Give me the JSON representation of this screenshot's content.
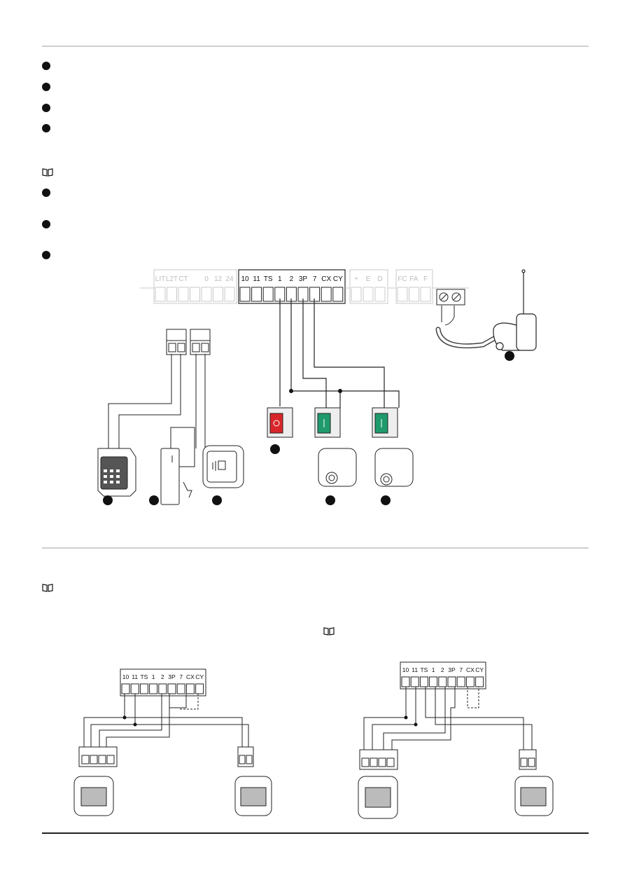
{
  "diagram_main": {
    "grey_terminals_left": [
      "LIT",
      "L2T",
      "CT",
      "",
      "0",
      "12",
      "24"
    ],
    "main_terminals": [
      "10",
      "11",
      "TS",
      "1",
      "2",
      "3P",
      "7",
      "CX",
      "CY"
    ],
    "grey_terminals_mid": [
      "+",
      "E",
      "D"
    ],
    "grey_terminals_right": [
      "FC",
      "FA",
      "F"
    ]
  },
  "diagram_left": {
    "terminals": [
      "10",
      "11",
      "TS",
      "1",
      "2",
      "3P",
      "7",
      "CX",
      "CY"
    ]
  },
  "diagram_right": {
    "terminals": [
      "10",
      "11",
      "TS",
      "1",
      "2",
      "3P",
      "7",
      "CX",
      "CY"
    ]
  },
  "colors": {
    "stop_button": "#d9262b",
    "open_button": "#1f9a6c",
    "rule_grey": "#cfcfcf"
  },
  "icons": [
    "book-icon",
    "bullet-marker",
    "keypad-icon",
    "transponder-card-icon",
    "card-reader-icon",
    "push-button-icon",
    "antenna-icon",
    "photocell-icon"
  ]
}
